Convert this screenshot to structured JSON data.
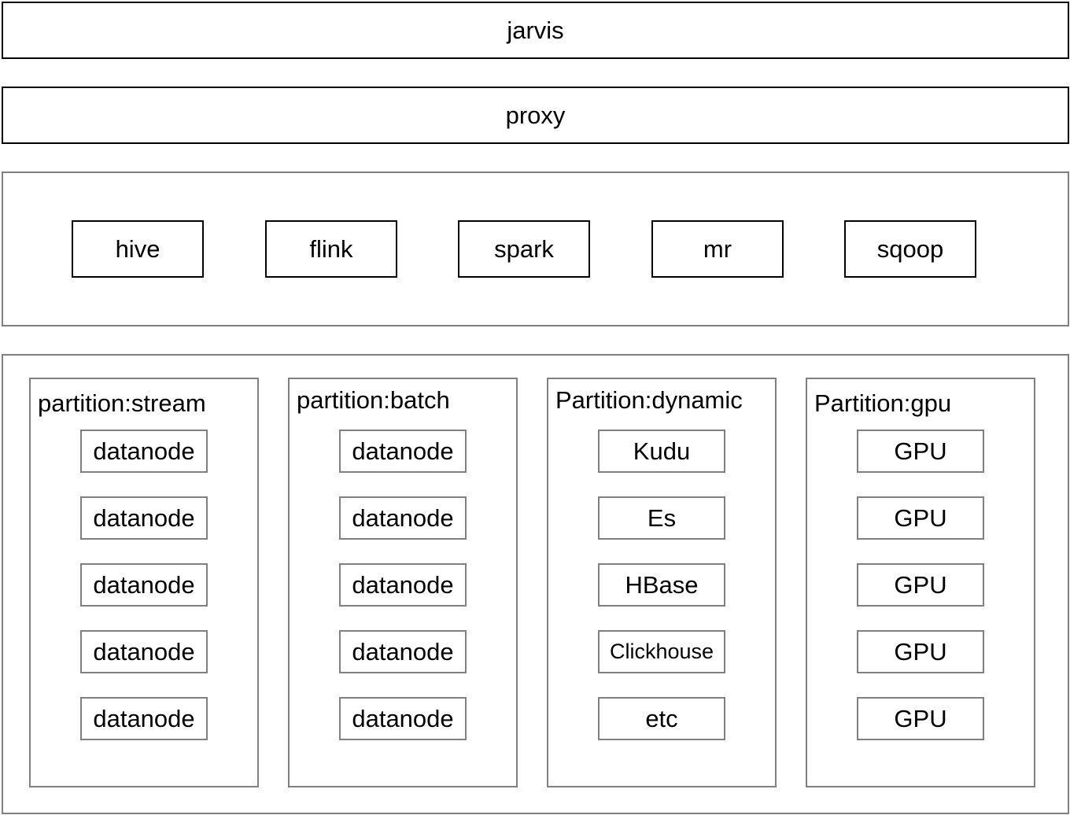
{
  "top_bar": {
    "label": "jarvis"
  },
  "proxy_bar": {
    "label": "proxy"
  },
  "engines": [
    "hive",
    "flink",
    "spark",
    "mr",
    "sqoop"
  ],
  "partitions": [
    {
      "title": "partition:stream",
      "nodes": [
        "datanode",
        "datanode",
        "datanode",
        "datanode",
        "datanode"
      ]
    },
    {
      "title": "partition:batch",
      "nodes": [
        "datanode",
        "datanode",
        "datanode",
        "datanode",
        "datanode"
      ]
    },
    {
      "title": "Partition:dynamic",
      "nodes": [
        "Kudu",
        "Es",
        "HBase",
        "Clickhouse",
        "etc"
      ]
    },
    {
      "title": "Partition:gpu",
      "nodes": [
        "GPU",
        "GPU",
        "GPU",
        "GPU",
        "GPU"
      ]
    }
  ]
}
